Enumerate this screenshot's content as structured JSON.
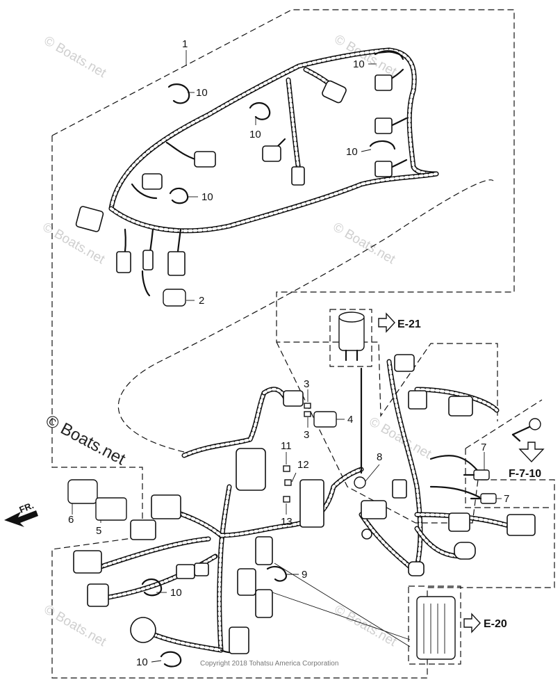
{
  "callouts": {
    "c1": "1",
    "c2": "2",
    "c3a": "3",
    "c3b": "3",
    "c4": "4",
    "c5": "5",
    "c6": "6",
    "c7a": "7",
    "c7b": "7",
    "c8": "8",
    "c9": "9",
    "c10a": "10",
    "c10b": "10",
    "c10c": "10",
    "c10d": "10",
    "c10e": "10",
    "c10f": "10",
    "c10g": "10",
    "c11": "11",
    "c12": "12",
    "c13": "13"
  },
  "refs": {
    "e21": "E-21",
    "e20": "E-20",
    "f710": "F-7-10"
  },
  "direction_label": "FR.",
  "watermarks": {
    "main": "© Boats.net",
    "faint": "© Boats.net"
  },
  "copyright": "Copyright 2018 Tohatsu America Corporation",
  "colors": {
    "line": "#111111",
    "watermark": "#cfcfcf",
    "background": "#ffffff"
  }
}
